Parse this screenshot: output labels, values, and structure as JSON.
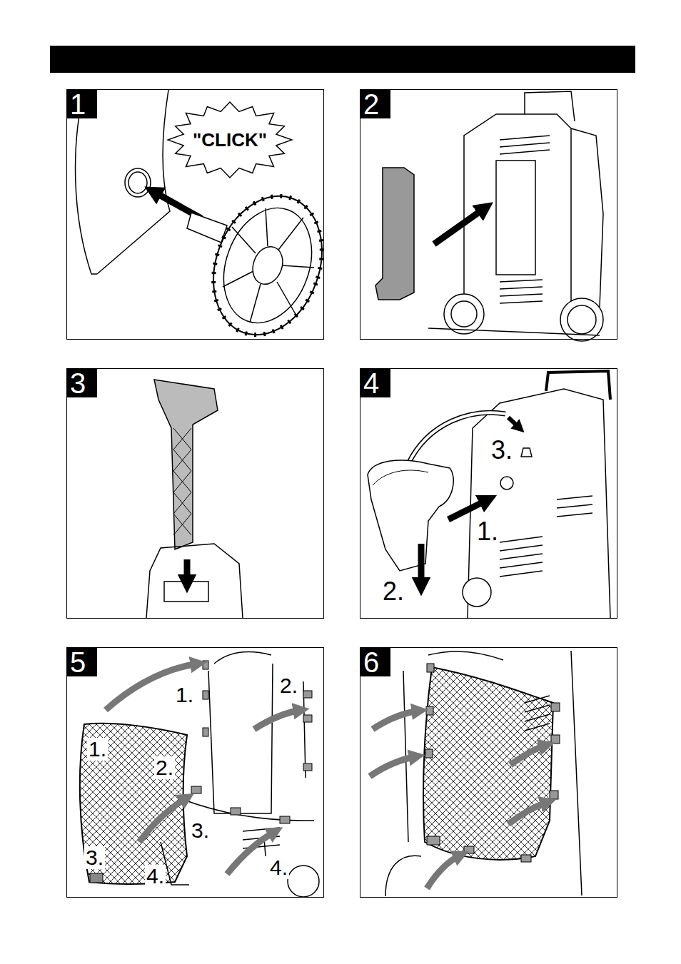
{
  "diagram": {
    "nodes": [
      {
        "text": [
          "1"
        ]
      },
      {
        "text": [
          "\"CLICK\""
        ],
        "in": 0
      },
      {
        "text": [
          "2"
        ]
      },
      {
        "text": [
          "3"
        ]
      },
      {
        "text": [
          "4"
        ]
      },
      {
        "text": [
          "5"
        ]
      },
      {
        "text": [
          "6"
        ]
      }
    ],
    "labels": [
      "3.",
      "1.",
      "2.",
      "1.",
      "2.",
      "1.",
      "2.",
      "3.",
      "3.",
      "4.",
      "4."
    ]
  }
}
